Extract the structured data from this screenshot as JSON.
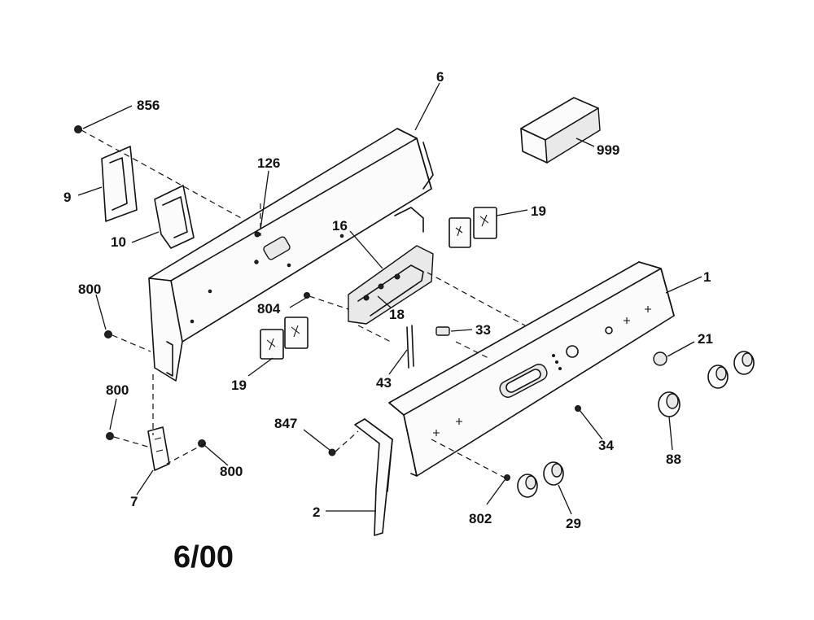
{
  "diagram": {
    "date_code": "6/00",
    "callouts": {
      "p856": "856",
      "p9": "9",
      "p10": "10",
      "p126": "126",
      "p6": "6",
      "p999": "999",
      "p19a": "19",
      "p16": "16",
      "p1": "1",
      "p800a": "800",
      "p804": "804",
      "p18": "18",
      "p33": "33",
      "p21": "21",
      "p19b": "19",
      "p43": "43",
      "p800b": "800",
      "p847": "847",
      "p34": "34",
      "p88": "88",
      "p800c": "800",
      "p7": "7",
      "p2": "2",
      "p802": "802",
      "p29": "29"
    }
  }
}
